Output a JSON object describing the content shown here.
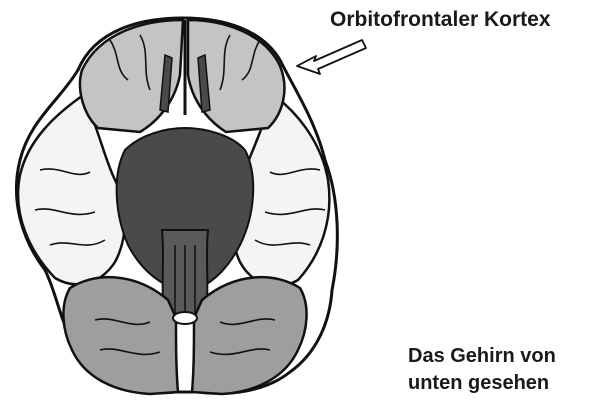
{
  "labels": {
    "orbitofrontal": "Orbitofrontaler Kortex",
    "caption_line1": "Das Gehirn von",
    "caption_line2": "unten gesehen"
  },
  "colors": {
    "background": "#ffffff",
    "orbitofrontal_fill": "#c4c4c4",
    "temporal_fill": "#f4f4f4",
    "brainstem_fill": "#4a4a4a",
    "cerebellum_fill": "#9e9e9e",
    "outline": "#111111",
    "arrow_fill": "#ffffff"
  },
  "icons": {
    "pointer": "hollow-arrow-icon"
  }
}
